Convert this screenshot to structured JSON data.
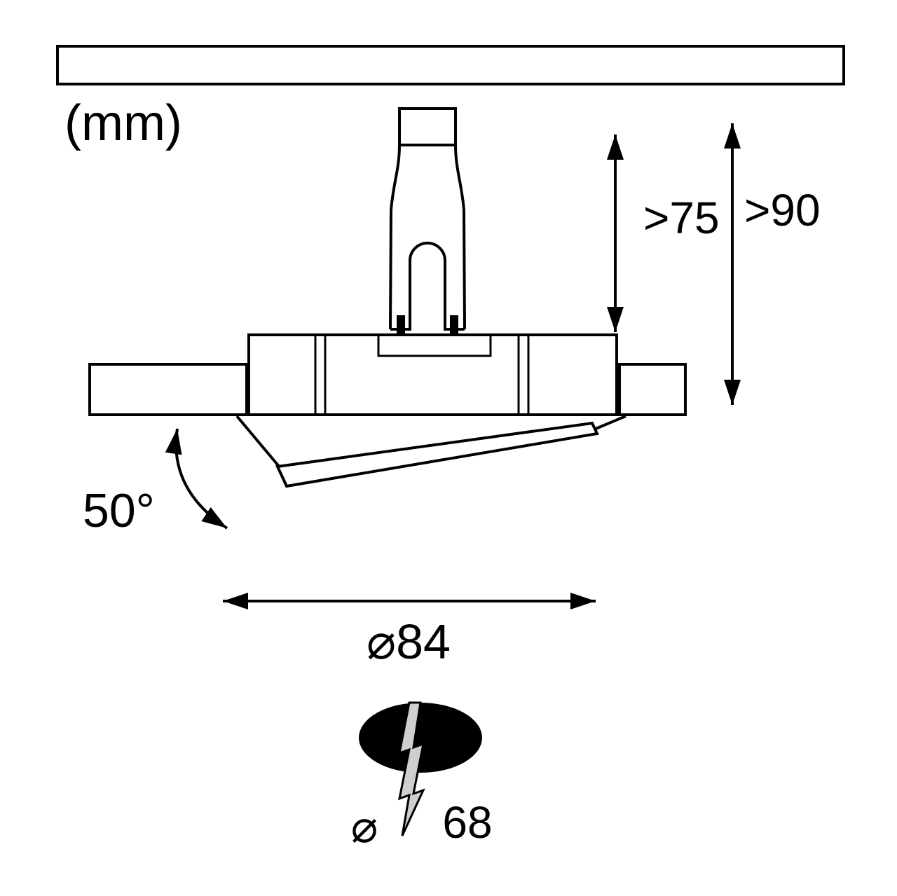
{
  "diagram": {
    "units_label": "(mm)",
    "dim_recess_depth": ">75",
    "dim_total_depth": ">90",
    "tilt_angle": "50°",
    "dim_outer_diameter": "⌀84",
    "dim_cutout_symbol": "⌀",
    "dim_cutout_value": "68"
  },
  "colors": {
    "ceiling_gray": "#c6c6c6",
    "flange_gray": "#bdbdbd",
    "bolt_gray": "#cfcfcf",
    "ink": "#000000",
    "background": "#ffffff"
  }
}
